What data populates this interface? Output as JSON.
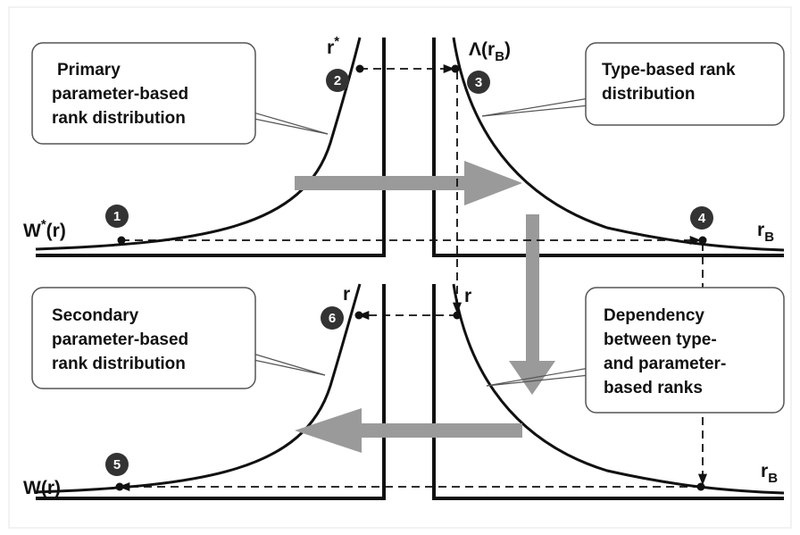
{
  "callouts": {
    "primary": [
      "Primary",
      "parameter-based",
      "rank distribution"
    ],
    "type_based": [
      "Type-based rank",
      "distribution"
    ],
    "secondary": [
      "Secondary",
      "parameter-based",
      "rank distribution"
    ],
    "dependency": [
      "Dependency",
      "between type-",
      "and parameter-",
      "based ranks"
    ]
  },
  "labels": {
    "w_star_main": "W",
    "w_star_sup": "*",
    "w_star_arg": "(r)",
    "r_star_main": "r",
    "r_star_sup": "*",
    "lambda_main": "Λ(r",
    "lambda_sub": "B",
    "lambda_close": ")",
    "rb_top_main": "r",
    "rb_top_sub": "B",
    "r_lower_left": "r",
    "r_lower_right": "r",
    "w_main": "W(r)",
    "rb_bottom_main": "r",
    "rb_bottom_sub": "B"
  },
  "badges": [
    "1",
    "2",
    "3",
    "4",
    "5",
    "6"
  ],
  "colors": {
    "ink": "#111111",
    "badge_fill": "#333333",
    "arrow_gray": "#9a9a9a",
    "callout_stroke": "#555555"
  }
}
